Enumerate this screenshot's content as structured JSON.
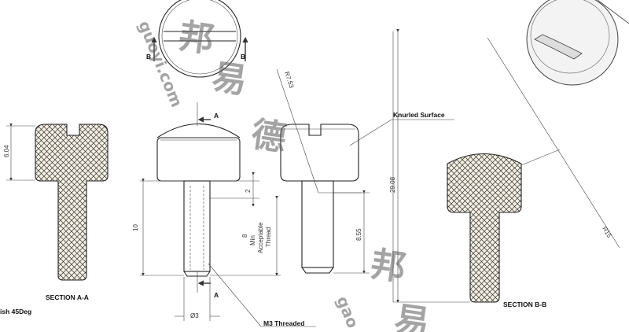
{
  "views": {
    "section_aa": {
      "label": "SECTION A-A",
      "dim_head": "6.04"
    },
    "side_view": {
      "arrow_label_top": "A",
      "arrow_label_bottom": "A",
      "dim_head_gap": "2",
      "dim_length": "10",
      "dim_diameter": "Ø3",
      "thread_note_1": "8",
      "thread_note_2": "Min",
      "thread_note_3": "Acceptable",
      "thread_note_4": "Thread"
    },
    "front_view": {
      "dim_thread": "8.55",
      "dim_radius_head": "R7.53"
    },
    "top_view": {
      "section_mark_left": "B",
      "section_mark_right": "B"
    },
    "section_bb": {
      "label": "SECTION B-B",
      "dim_total": "29.08",
      "dim_radius": "R15"
    }
  },
  "callouts": {
    "knurled": "Knurled Surface",
    "thread": "M3 Threaded",
    "finish": "ish 45Deg"
  },
  "watermark": {
    "glyphs": [
      "邦",
      "易",
      "德",
      "邦",
      "易"
    ],
    "latin_1": "guoyi.com",
    "latin_2": "gao"
  }
}
